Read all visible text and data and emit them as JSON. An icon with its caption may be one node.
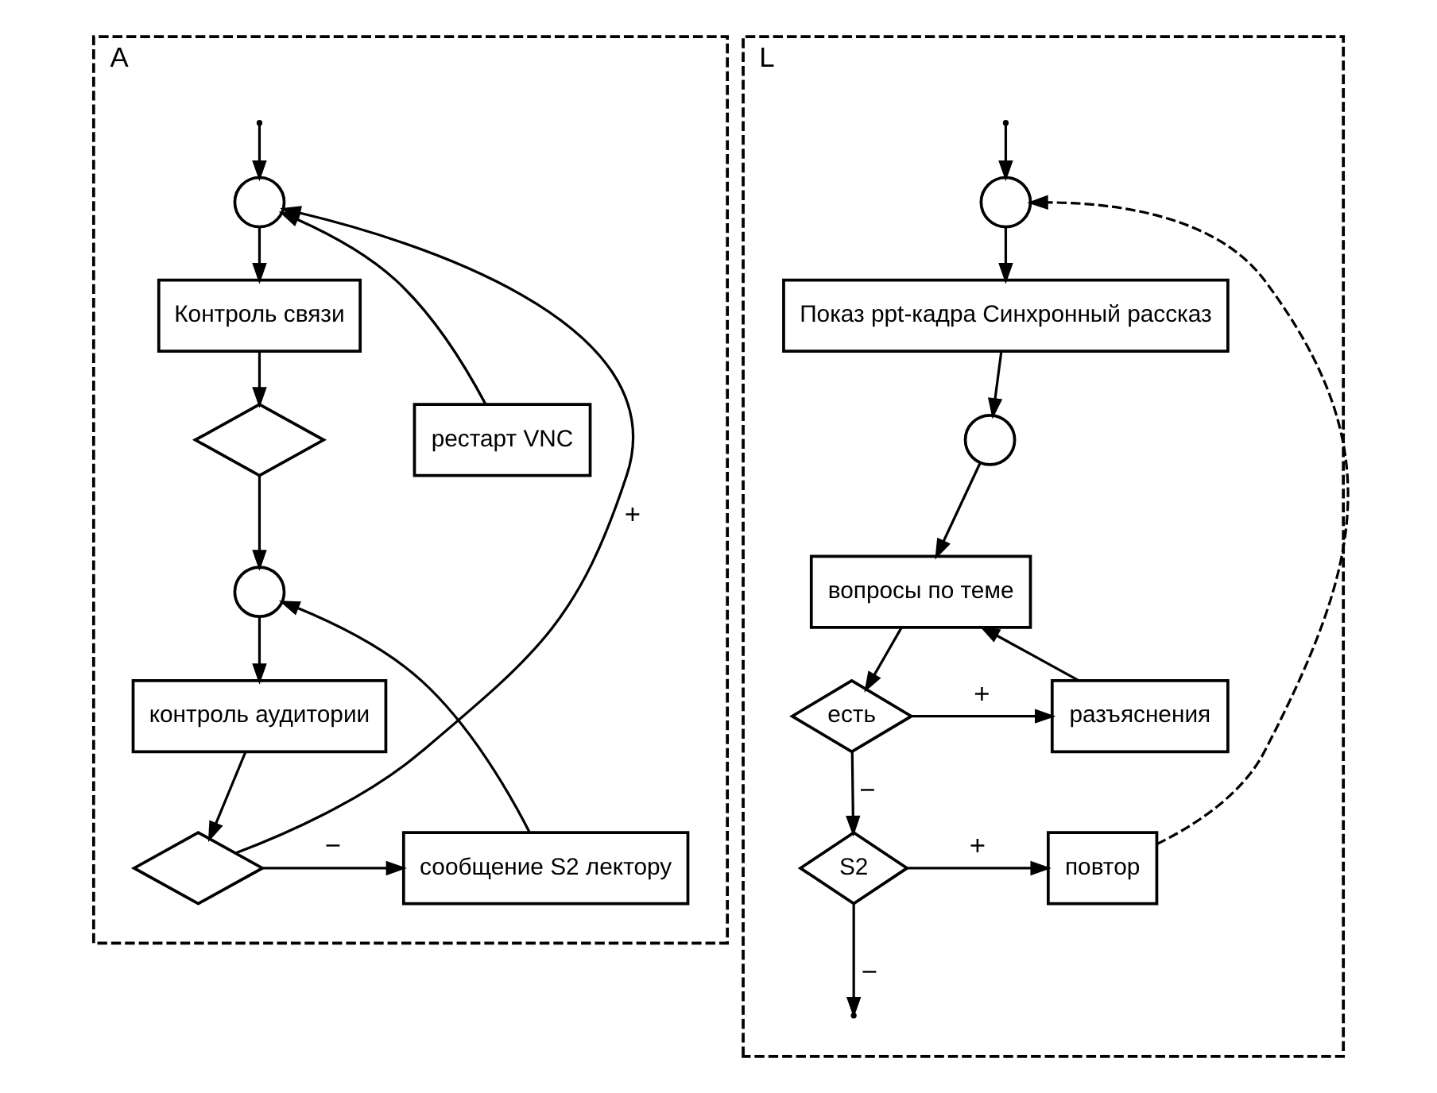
{
  "diagram": {
    "nodes": [
      {
        "text": [
          "A"
        ]
      },
      {
        "text": [],
        "shape": "circle",
        "in": 0
      },
      {
        "text": [
          "Контроль связи"
        ],
        "in": 0
      },
      {
        "text": [],
        "shape": "diamond",
        "in": 0
      },
      {
        "text": [
          "рестарт VNC"
        ],
        "in": 0
      },
      {
        "text": [],
        "shape": "circle",
        "in": 0
      },
      {
        "text": [
          "контроль аудитории"
        ],
        "in": 0
      },
      {
        "text": [],
        "shape": "diamond",
        "in": 0
      },
      {
        "text": [
          "сообщение S2 лектору"
        ],
        "in": 0
      },
      {
        "text": [
          "L"
        ]
      },
      {
        "text": [],
        "shape": "circle",
        "in": 9
      },
      {
        "text": [
          "Показ ppt-кадра Синхронный рассказ"
        ],
        "in": 9
      },
      {
        "text": [],
        "shape": "circle",
        "in": 9
      },
      {
        "text": [
          "вопросы по теме"
        ],
        "in": 9
      },
      {
        "text": [
          "есть"
        ],
        "in": 9
      },
      {
        "text": [
          "разъяснения"
        ],
        "in": 9
      },
      {
        "text": [
          "S2"
        ],
        "in": 9
      },
      {
        "text": [
          "повтор"
        ],
        "in": 9
      }
    ],
    "edges": [
      {
        "from": null,
        "to": 1,
        "arrow": "to"
      },
      {
        "from": 1,
        "to": 2,
        "arrow": "to"
      },
      {
        "from": 2,
        "to": 3,
        "arrow": "to"
      },
      {
        "from": 3,
        "to": 5,
        "arrow": "to"
      },
      {
        "from": 4,
        "to": 1,
        "arrow": "to"
      },
      {
        "from": 5,
        "to": 6,
        "arrow": "to"
      },
      {
        "from": 6,
        "to": 7,
        "arrow": "to"
      },
      {
        "from": 7,
        "to": 1,
        "arrow": "to",
        "label": "+"
      },
      {
        "from": 7,
        "to": 8,
        "arrow": "to",
        "label": "−"
      },
      {
        "from": 8,
        "to": 5,
        "arrow": "to"
      },
      {
        "from": null,
        "to": 10,
        "arrow": "to"
      },
      {
        "from": 10,
        "to": 11,
        "arrow": "to"
      },
      {
        "from": 11,
        "to": 12,
        "arrow": "to"
      },
      {
        "from": 12,
        "to": 13,
        "arrow": "to"
      },
      {
        "from": 13,
        "to": 14,
        "arrow": "to"
      },
      {
        "from": 14,
        "to": 15,
        "arrow": "to",
        "label": "+"
      },
      {
        "from": 15,
        "to": 13,
        "arrow": "to"
      },
      {
        "from": 14,
        "to": 16,
        "arrow": "to",
        "label": "−"
      },
      {
        "from": 16,
        "to": 17,
        "arrow": "to",
        "label": "+"
      },
      {
        "from": 17,
        "to": 10,
        "arrow": "to",
        "style": "dashed"
      },
      {
        "from": 16,
        "to": null,
        "arrow": "to",
        "label": "−"
      }
    ]
  }
}
